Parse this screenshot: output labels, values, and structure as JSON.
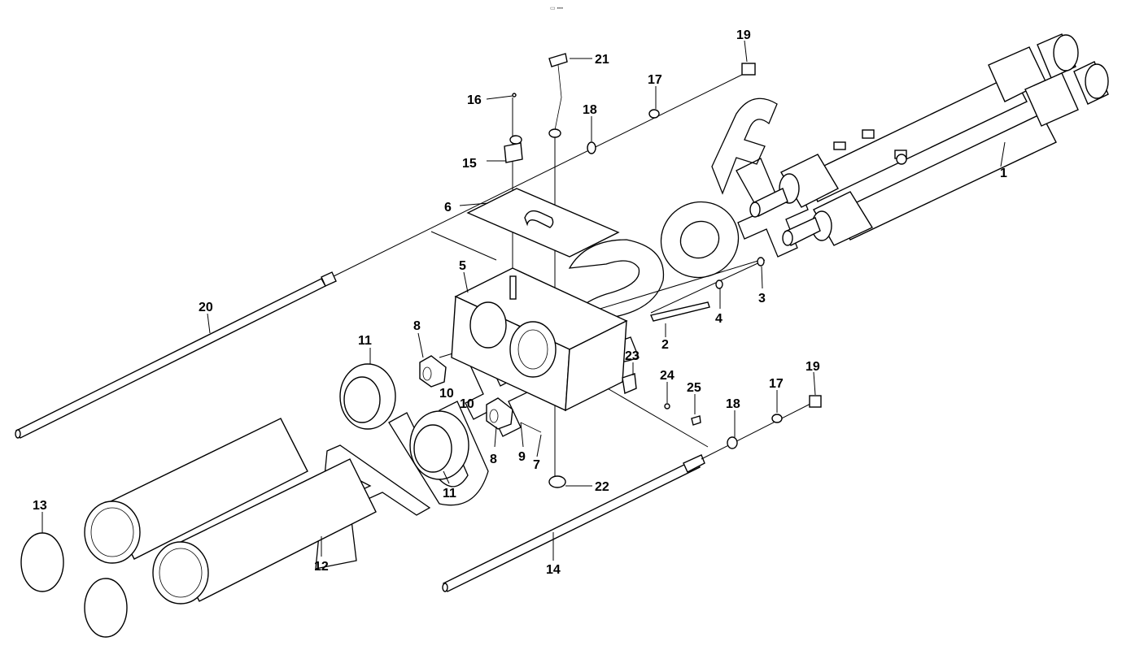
{
  "header_mark": "▭ ▪▪▪",
  "callouts": [
    {
      "id": "c1",
      "label": "1"
    },
    {
      "id": "c2",
      "label": "2"
    },
    {
      "id": "c3",
      "label": "3"
    },
    {
      "id": "c4",
      "label": "4"
    },
    {
      "id": "c5",
      "label": "5"
    },
    {
      "id": "c6",
      "label": "6"
    },
    {
      "id": "c7",
      "label": "7"
    },
    {
      "id": "c8a",
      "label": "8"
    },
    {
      "id": "c8b",
      "label": "8"
    },
    {
      "id": "c9",
      "label": "9"
    },
    {
      "id": "c10a",
      "label": "10"
    },
    {
      "id": "c10b",
      "label": "10"
    },
    {
      "id": "c11a",
      "label": "11"
    },
    {
      "id": "c11b",
      "label": "11"
    },
    {
      "id": "c12",
      "label": "12"
    },
    {
      "id": "c13",
      "label": "13"
    },
    {
      "id": "c14",
      "label": "14"
    },
    {
      "id": "c15",
      "label": "15"
    },
    {
      "id": "c16",
      "label": "16"
    },
    {
      "id": "c17a",
      "label": "17"
    },
    {
      "id": "c17b",
      "label": "17"
    },
    {
      "id": "c18a",
      "label": "18"
    },
    {
      "id": "c18b",
      "label": "18"
    },
    {
      "id": "c19a",
      "label": "19"
    },
    {
      "id": "c19b",
      "label": "19"
    },
    {
      "id": "c20",
      "label": "20"
    },
    {
      "id": "c21",
      "label": "21"
    },
    {
      "id": "c22",
      "label": "22"
    },
    {
      "id": "c23",
      "label": "23"
    },
    {
      "id": "c24",
      "label": "24"
    },
    {
      "id": "c25",
      "label": "25"
    }
  ],
  "watermark": "AutoSoft"
}
